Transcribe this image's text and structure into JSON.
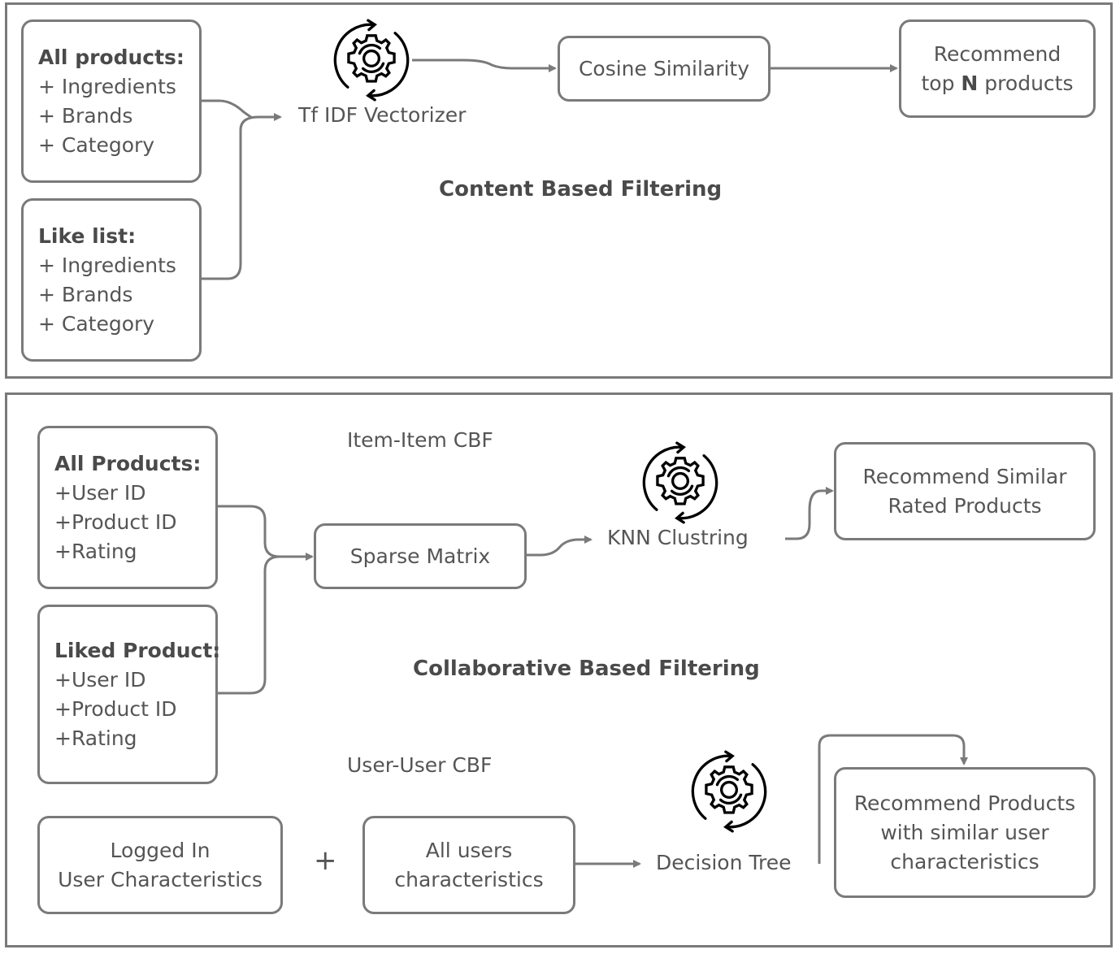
{
  "content_panel": {
    "title": "Content Based Filtering",
    "all_products": {
      "heading": "All products:",
      "items": [
        "+ Ingredients",
        "+ Brands",
        "+ Category"
      ]
    },
    "like_list": {
      "heading": "Like list:",
      "items": [
        "+ Ingredients",
        "+ Brands",
        "+ Category"
      ]
    },
    "vectorizer_label": "Tf IDF Vectorizer",
    "cosine_label": "Cosine Similarity",
    "recommend_line1": "Recommend",
    "recommend_pre": "top ",
    "recommend_bold": "N",
    "recommend_post": " products",
    "vectorizer_icon": "gear-cycle-icon"
  },
  "collab_panel": {
    "title": "Collaborative Based Filtering",
    "item_item_label": "Item-Item CBF",
    "user_user_label": "User-User CBF",
    "all_products": {
      "heading": "All Products:",
      "items": [
        "+User ID",
        "+Product ID",
        "+Rating"
      ]
    },
    "liked_product": {
      "heading": "Liked Product:",
      "items": [
        "+User ID",
        "+Product ID",
        "+Rating"
      ]
    },
    "sparse_label": "Sparse Matrix",
    "knn_label": "KNN Clustring",
    "rec_similar": [
      "Recommend Similar",
      "Rated Products"
    ],
    "logged_in": [
      "Logged In",
      "User Characteristics"
    ],
    "plus_sign": "+",
    "all_users": [
      "All users",
      "characteristics"
    ],
    "decision_tree_label": "Decision Tree",
    "rec_user": [
      "Recommend Products",
      "with similar user",
      "characteristics"
    ],
    "knn_icon": "gear-cycle-icon",
    "tree_icon": "gear-cycle-icon"
  },
  "colors": {
    "line": "#7a7a7a",
    "text": "#555555",
    "heading": "#4a4a4a",
    "icon": "#000000"
  }
}
